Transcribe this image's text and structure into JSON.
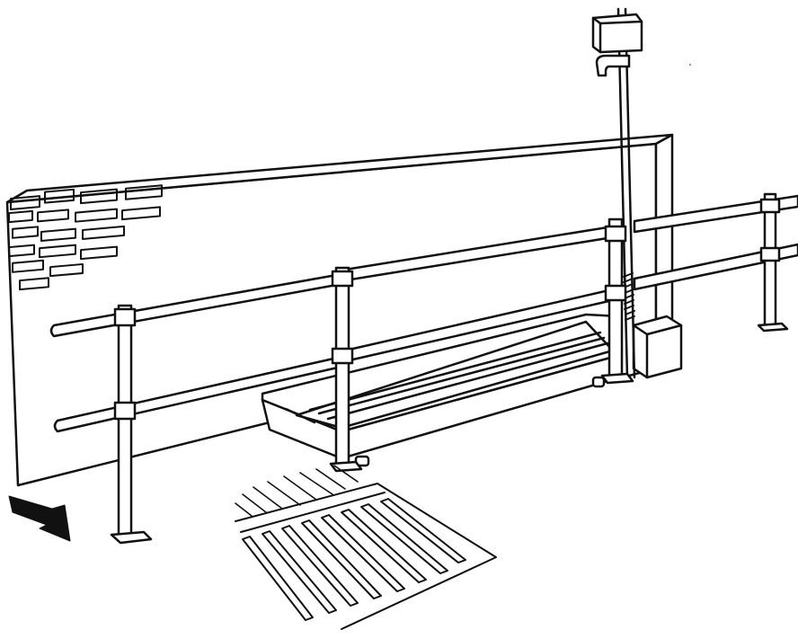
{
  "illustration": {
    "style": "black line drawing on white",
    "colors": {
      "line": "#111111",
      "background": "#ffffff"
    },
    "parts": [
      "brick-wall",
      "guard-railing",
      "tilting-platform",
      "signal-post",
      "control-box",
      "tactile-paving",
      "direction-arrow"
    ]
  }
}
